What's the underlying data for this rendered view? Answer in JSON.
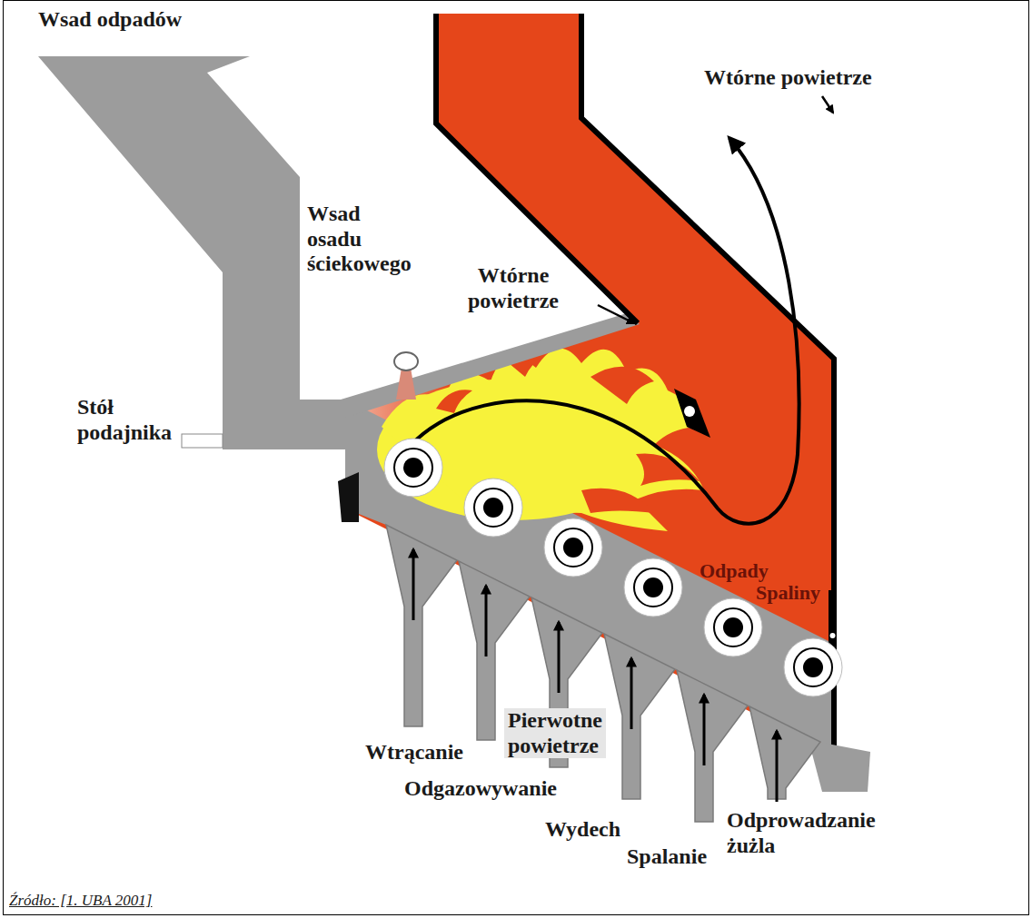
{
  "diagram": {
    "caption": "Źródło: [1. UBA 2001]",
    "labels": [
      "Wsad odpadów",
      "Wsad osadu ściekowego",
      "Wtórne powietrze",
      "Wtórne powietrze",
      "Stół podajnika",
      "Spaliny",
      "Odpady",
      "Wtrącanie",
      "Pierwotne powietrze",
      "Odgazowywanie",
      "Wydech",
      "Spalanie",
      "Odprowadzanie żużla"
    ]
  }
}
